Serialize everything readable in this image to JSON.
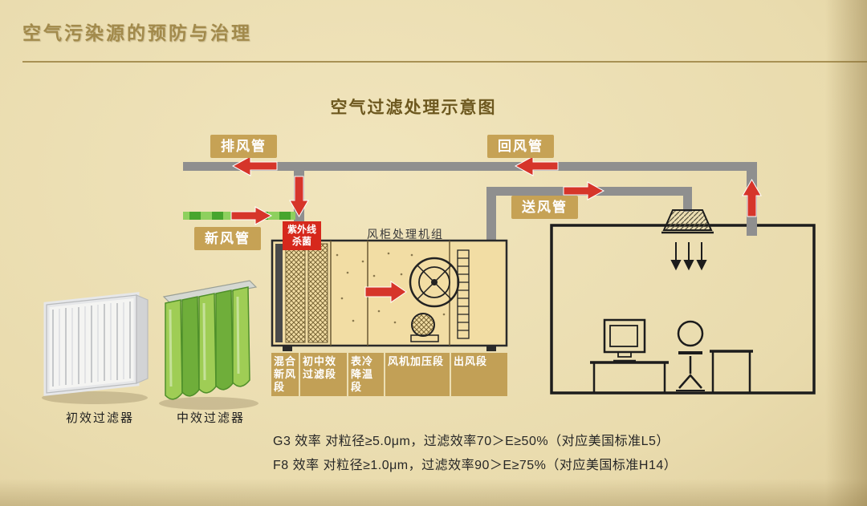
{
  "slide": {
    "header": "空气污染源的预防与治理",
    "diagram_title": "空气过滤处理示意图"
  },
  "duct_labels": {
    "exhaust": "排风管",
    "return": "回风管",
    "supply": "送风管",
    "fresh": "新风管"
  },
  "uv_label": {
    "line1": "紫外线",
    "line2": "杀菌"
  },
  "ahu_label": "风柜处理机组",
  "ahu_sections": [
    {
      "label": "混合新风段"
    },
    {
      "label": "初中效过滤段"
    },
    {
      "label": "表冷降温段"
    },
    {
      "label": "风机加压段"
    },
    {
      "label": "出风段"
    }
  ],
  "filters": [
    {
      "label": "初效过滤器"
    },
    {
      "label": "中效过滤器"
    }
  ],
  "notes": [
    "G3 效率 对粒径≥5.0μm，过滤效率70＞E≥50%（对应美国标准L5）",
    "F8 效率 对粒径≥1.0μm，过滤效率90＞E≥75%（对应美国标准H14）"
  ],
  "colors": {
    "accent_gold": "#a89154",
    "label_tan": "#c6a255",
    "arrow_red": "#d6352a",
    "duct_gray": "#8f8f8f",
    "fresh_green": "#6cbf47",
    "unit_fill": "#f2dda4",
    "uv_red": "#d6281c"
  }
}
